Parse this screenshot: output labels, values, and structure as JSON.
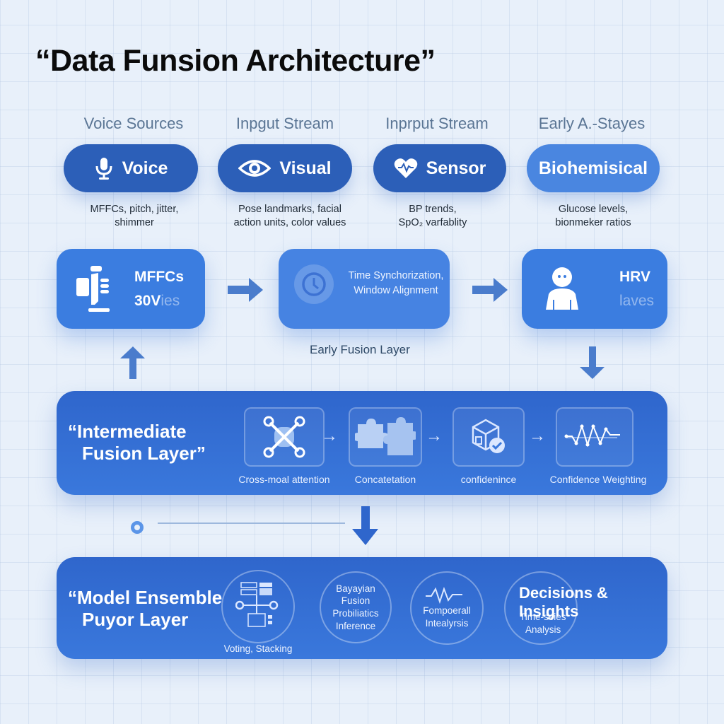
{
  "title": "“Data Funsion Architecture”",
  "sources": [
    {
      "heading": "Voice Sources",
      "label": "Voice",
      "icon": "microphone-icon",
      "desc_line1": "MFFCs, pitch, jitter,",
      "desc_line2": "shimmer",
      "style": "dark"
    },
    {
      "heading": "Inpgut Stream",
      "label": "Visual",
      "icon": "eye-icon",
      "desc_line1": "Pose landmarks, facial",
      "desc_line2": "action units, color values",
      "style": "dark"
    },
    {
      "heading": "Inprput Stream",
      "label": "Sensor",
      "icon": "heart-pulse-icon",
      "desc_line1": "BP trends,",
      "desc_line2": "SpO₂ varfablity",
      "style": "dark"
    },
    {
      "heading": "Early A.-Stayes",
      "label": "Biohemisical",
      "icon": "",
      "desc_line1": "Glucose levels,",
      "desc_line2": "bionmeker ratios",
      "style": "light"
    }
  ],
  "early_fusion": {
    "left_card": {
      "main": "MFFCs",
      "sub_main": "30V",
      "sub_faint": "ies",
      "icon": "speaker-feature-icon"
    },
    "center_card": {
      "line1": "Time Synchorization,",
      "line2": "Window Alignment",
      "icon": "clock-icon"
    },
    "right_card": {
      "main": "HRV",
      "faint": "laves",
      "icon": "person-icon"
    },
    "caption": "Early Fusion Layer"
  },
  "intermediate": {
    "title_line1": "“Intermediate",
    "title_line2": "Fusion Layer”",
    "steps": [
      {
        "label": "Cross-moal attention",
        "icon": "cross-attention-icon"
      },
      {
        "label": "Concatetation",
        "icon": "puzzle-icon"
      },
      {
        "label": "confidenince",
        "icon": "box-check-icon"
      },
      {
        "label": "Confidence Weighting",
        "icon": "waveform-icon"
      }
    ],
    "step_arrow": "→"
  },
  "ensemble": {
    "title_line1": "“Model Ensemble",
    "title_line2": "Puyor Layer",
    "voting_label": "Voting, Stacking",
    "bayesian": [
      "Bayayian",
      "Fusion",
      "Probiliatics",
      "Inference"
    ],
    "temporal": [
      "Fompoerall",
      "Intealyrsis"
    ],
    "timeseries": [
      "Time-seies",
      "Analysis"
    ],
    "decisions": "Decisions & Insights"
  },
  "colors": {
    "background": "#e8f0fa",
    "pill_dark": "#2c5fb8",
    "pill_light": "#4a86e0",
    "card": "#3b7de0",
    "layer": "#2f66cc",
    "arrow": "#4a7ccc"
  }
}
